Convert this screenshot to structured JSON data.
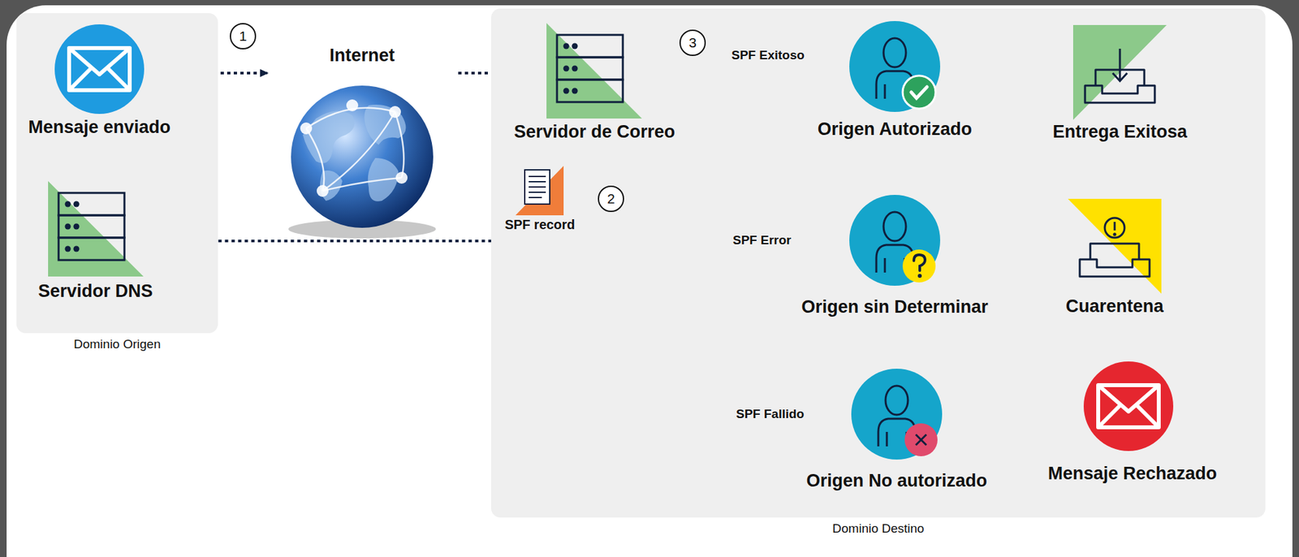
{
  "diagram": {
    "nodes": [
      {
        "text": [
          "Dominio Origen"
        ]
      },
      {
        "text": [
          "Mensaje enviado"
        ],
        "in": 0
      },
      {
        "text": [
          "Servidor DNS"
        ],
        "in": 0
      },
      {
        "text": [
          "Internet"
        ]
      },
      {
        "text": [
          "Dominio Destino"
        ]
      },
      {
        "text": [
          "Servidor de Correo"
        ],
        "in": 4
      },
      {
        "text": [
          "SPF record"
        ],
        "in": 4
      },
      {
        "text": [
          "Origen Autorizado"
        ],
        "in": 4
      },
      {
        "text": [
          "Entrega Exitosa"
        ],
        "in": 4
      },
      {
        "text": [
          "Origen sin Determinar"
        ],
        "in": 4
      },
      {
        "text": [
          "Cuarentena"
        ],
        "in": 4
      },
      {
        "text": [
          "Origen No autorizado"
        ],
        "in": 4
      },
      {
        "text": [
          "Mensaje Rechazado"
        ],
        "in": 4
      }
    ],
    "edges": [
      {
        "from": 1,
        "to": 3,
        "arrow": "to"
      },
      {
        "from": 3,
        "to": 5,
        "arrow": "to"
      },
      {
        "from": 5,
        "to": 2,
        "arrow": "both"
      },
      {
        "from": 5,
        "to": 7,
        "label": "SPF Exitoso",
        "arrow": "to"
      },
      {
        "from": 5,
        "to": 9,
        "label": "SPF Error",
        "arrow": "to"
      },
      {
        "from": 5,
        "to": 11,
        "label": "SPF Fallido",
        "arrow": "to"
      },
      {
        "from": 7,
        "to": 8,
        "arrow": "to"
      },
      {
        "from": 9,
        "to": 10,
        "arrow": "to"
      },
      {
        "from": 11,
        "to": 12,
        "arrow": "to"
      }
    ],
    "labels": [
      "1",
      "2",
      "3"
    ]
  }
}
